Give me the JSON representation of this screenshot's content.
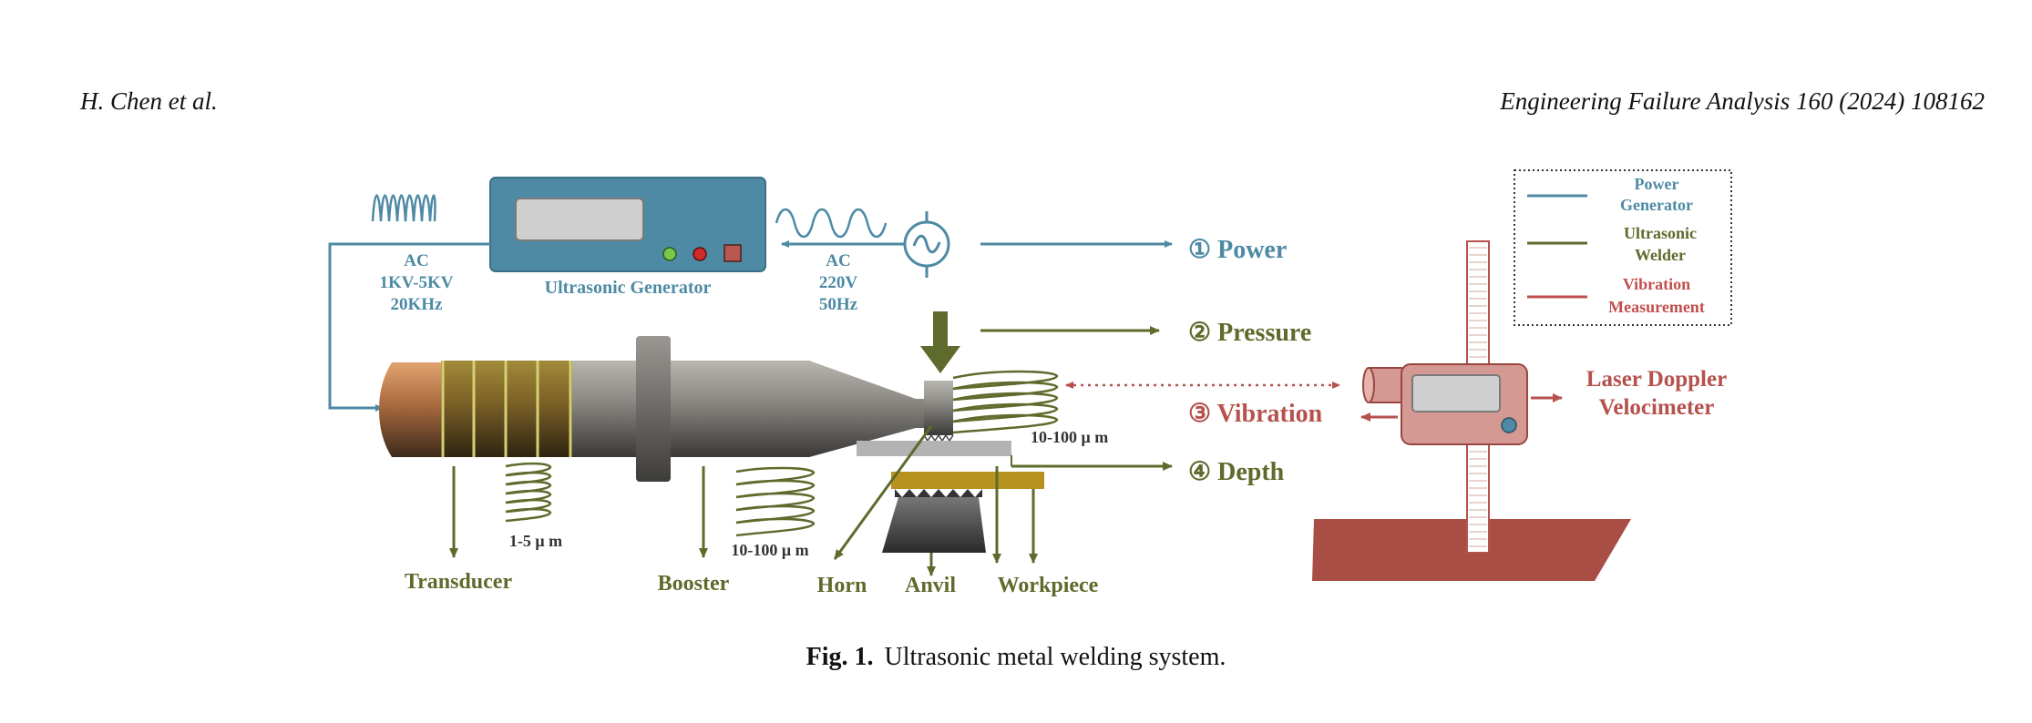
{
  "header": {
    "authors": "H. Chen et al.",
    "journal": "Engineering Failure Analysis 160 (2024) 108162"
  },
  "figure": {
    "generator_label": "Ultrasonic Generator",
    "ac_out": [
      "AC",
      "1KV-5KV",
      "20KHz"
    ],
    "ac_in": [
      "AC",
      "220V",
      "50Hz"
    ],
    "arrow_labels": {
      "power": "① Power",
      "pressure": "② Pressure",
      "vibration": "③ Vibration",
      "depth": "④ Depth"
    },
    "amplitudes": {
      "transducer": "1-5 μ m",
      "booster": "10-100 μ m",
      "horn": "10-100 μ m"
    },
    "components": {
      "transducer": "Transducer",
      "booster": "Booster",
      "horn": "Horn",
      "anvil": "Anvil",
      "workpiece": "Workpiece"
    },
    "ldv_label": [
      "Laser Doppler",
      "Velocimeter"
    ],
    "legend": [
      {
        "lines": [
          "Power",
          "Generator"
        ],
        "color": "#4e8aa4"
      },
      {
        "lines": [
          "Ultrasonic",
          "Welder"
        ],
        "color": "#5e6b2c"
      },
      {
        "lines": [
          "Vibration",
          "Measurement"
        ],
        "color": "#c0504d"
      }
    ],
    "colors": {
      "power": "#4e8aa4",
      "welder": "#5e6b2c",
      "vibration": "#c0504d"
    }
  },
  "caption": {
    "label": "Fig. 1.",
    "text": "Ultrasonic metal welding system."
  }
}
